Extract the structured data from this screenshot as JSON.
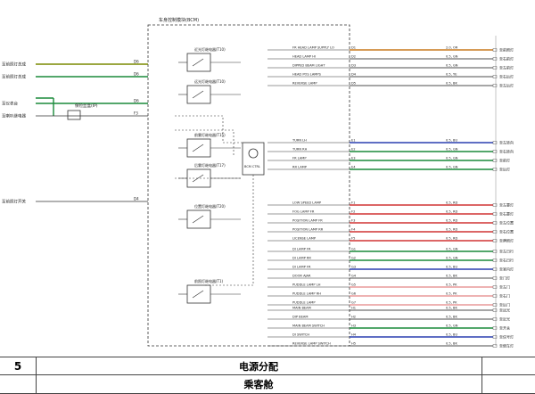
{
  "diagram": {
    "module_label": "车身控制模块(BCM)",
    "left_items": [
      {
        "label": "至前照灯总成",
        "code": "D6"
      },
      {
        "label": "至前照灯总成",
        "code": "D6"
      },
      {
        "label": "至仪表台",
        "code": "D6"
      },
      {
        "label": "至喇叭继电器",
        "code": "F3"
      },
      {
        "label": "至前照灯开关",
        "code": "D4"
      }
    ],
    "fuse_label": "保险丝盒(IP)",
    "relays": [
      {
        "label": "近光灯继电器(T10)"
      },
      {
        "label": "远光灯继电器(T10)"
      },
      {
        "label": "前雾灯继电器(T15)"
      },
      {
        "label": "后雾灯继电器(T17)"
      },
      {
        "label": "位置灯继电器(T20)"
      },
      {
        "label": "前照灯继电器(T1)"
      }
    ],
    "center_label": "BCM CTRL",
    "signals": [
      {
        "name": "FR HEAD LAMP SUPPLY LO",
        "pin": "D1",
        "wire": "2.0, OR",
        "dest": "至前照灯",
        "color": "#c87a1e"
      },
      {
        "name": "HEAD LAMP HI",
        "pin": "D2",
        "wire": "0.5, GN",
        "dest": "至右前灯",
        "color": "#111111"
      },
      {
        "name": "DIPPED BEAM LIGHT",
        "pin": "D3",
        "wire": "0.5, GN",
        "dest": "至左前灯",
        "color": "#111111"
      },
      {
        "name": "HEAD POS LAMPS",
        "pin": "D4",
        "wire": "0.5, YE",
        "dest": "至右后灯",
        "color": "#111111"
      },
      {
        "name": "REVERSE LAMP",
        "pin": "D5",
        "wire": "0.5, BK",
        "dest": "至左后灯",
        "color": "#111111"
      },
      {
        "name": "TURN LH",
        "pin": "E1",
        "wire": "0.5, BU",
        "dest": "至左转向",
        "color": "#2a3fb0"
      },
      {
        "name": "TURN RH",
        "pin": "E2",
        "wire": "0.5, GN",
        "dest": "至右转向",
        "color": "#1a8a3a"
      },
      {
        "name": "FR LAMP",
        "pin": "E3",
        "wire": "0.5, GN",
        "dest": "至前灯",
        "color": "#1a8a3a"
      },
      {
        "name": "RR LAMP",
        "pin": "E4",
        "wire": "0.5, GN",
        "dest": "至后灯",
        "color": "#1a8a3a"
      },
      {
        "name": "LOW SPEED LAMP",
        "pin": "F1",
        "wire": "0.5, RD",
        "dest": "至左雾灯",
        "color": "#d13434"
      },
      {
        "name": "FOG LAMP FR",
        "pin": "F2",
        "wire": "0.5, RD",
        "dest": "至右雾灯",
        "color": "#d13434"
      },
      {
        "name": "POSITION LAMP FR",
        "pin": "F3",
        "wire": "0.5, RD",
        "dest": "至左位置",
        "color": "#d13434"
      },
      {
        "name": "POSITION LAMP RR",
        "pin": "F4",
        "wire": "0.5, RD",
        "dest": "至右位置",
        "color": "#d13434"
      },
      {
        "name": "LICENSE LAMP",
        "pin": "F5",
        "wire": "0.5, RD",
        "dest": "至牌照灯",
        "color": "#d13434"
      },
      {
        "name": "DI LAMP FR",
        "pin": "G1",
        "wire": "0.5, GN",
        "dest": "至左日行",
        "color": "#1a8a3a"
      },
      {
        "name": "DI LAMP RR",
        "pin": "G2",
        "wire": "0.5, GN",
        "dest": "至右日行",
        "color": "#1a8a3a"
      },
      {
        "name": "DI LAMP FR",
        "pin": "G3",
        "wire": "0.5, BU",
        "dest": "至室内灯",
        "color": "#2a3fb0"
      },
      {
        "name": "DOOR AJAR",
        "pin": "G4",
        "wire": "0.5, BK",
        "dest": "至门灯",
        "color": "#111111"
      },
      {
        "name": "PUDDLE LAMP LH",
        "pin": "G5",
        "wire": "0.5, PK",
        "dest": "至左门",
        "color": "#e89a9a"
      },
      {
        "name": "PUDDLE LAMP RH",
        "pin": "G6",
        "wire": "0.5, PK",
        "dest": "至右门",
        "color": "#e89a9a"
      },
      {
        "name": "PUDDLE LAMP",
        "pin": "G7",
        "wire": "0.5, PK",
        "dest": "至后门",
        "color": "#e89a9a"
      },
      {
        "name": "MAIN BEAM",
        "pin": "H1",
        "wire": "0.5, BK",
        "dest": "至远光",
        "color": "#111111"
      },
      {
        "name": "DIP BEAM",
        "pin": "H2",
        "wire": "0.5, BK",
        "dest": "至近光",
        "color": "#111111"
      },
      {
        "name": "MAIN BEAM SWITCH",
        "pin": "H3",
        "wire": "0.5, GN",
        "dest": "至开关",
        "color": "#1a8a3a"
      },
      {
        "name": "DI SWITCH",
        "pin": "H4",
        "wire": "0.5, BU",
        "dest": "至信号灯",
        "color": "#2a3fb0"
      },
      {
        "name": "REVERSE LAMP SWITCH",
        "pin": "H5",
        "wire": "0.5, BK",
        "dest": "至倒车灯",
        "color": "#111111"
      }
    ]
  },
  "title_block": {
    "page_number": "5",
    "row1": "电源分配",
    "row2": "乘客舱"
  }
}
